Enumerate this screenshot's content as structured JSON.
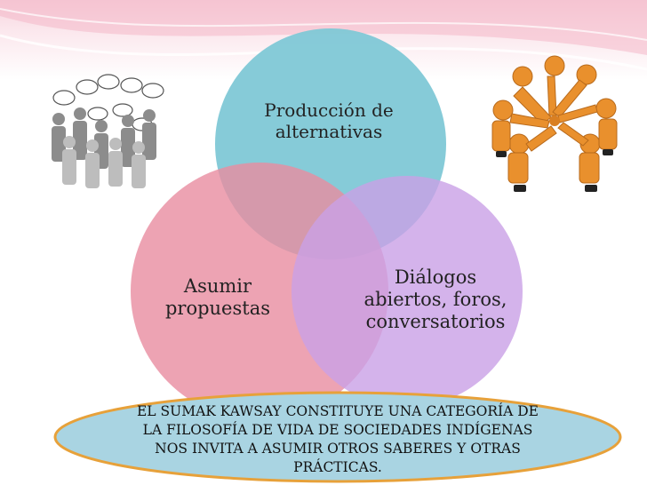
{
  "diagram": {
    "nodes": {
      "top": "Producción de alternativas",
      "left": "Asumir propuestas",
      "right": "Diálogos abiertos, foros, conversatorios"
    },
    "banner": "EL SUMAK KAWSAY CONSTITUYE UNA CATEGORÍA DE LA FILOSOFÍA DE VIDA DE SOCIEDADES INDÍGENAS NOS INVITA A ASUMIR OTROS SABERES Y OTRAS PRÁCTICAS."
  },
  "colors": {
    "circle_top": "#7fc8d6",
    "circle_left": "#e88ca0",
    "circle_right": "#c9a0e6",
    "banner_fill": "#a9d4e2",
    "banner_stroke": "#e7a13a",
    "figure_gray": "#8c8c8c",
    "figure_orange": "#e9902d"
  },
  "icons": [
    "people-chat-icon",
    "team-huddle-icon"
  ]
}
